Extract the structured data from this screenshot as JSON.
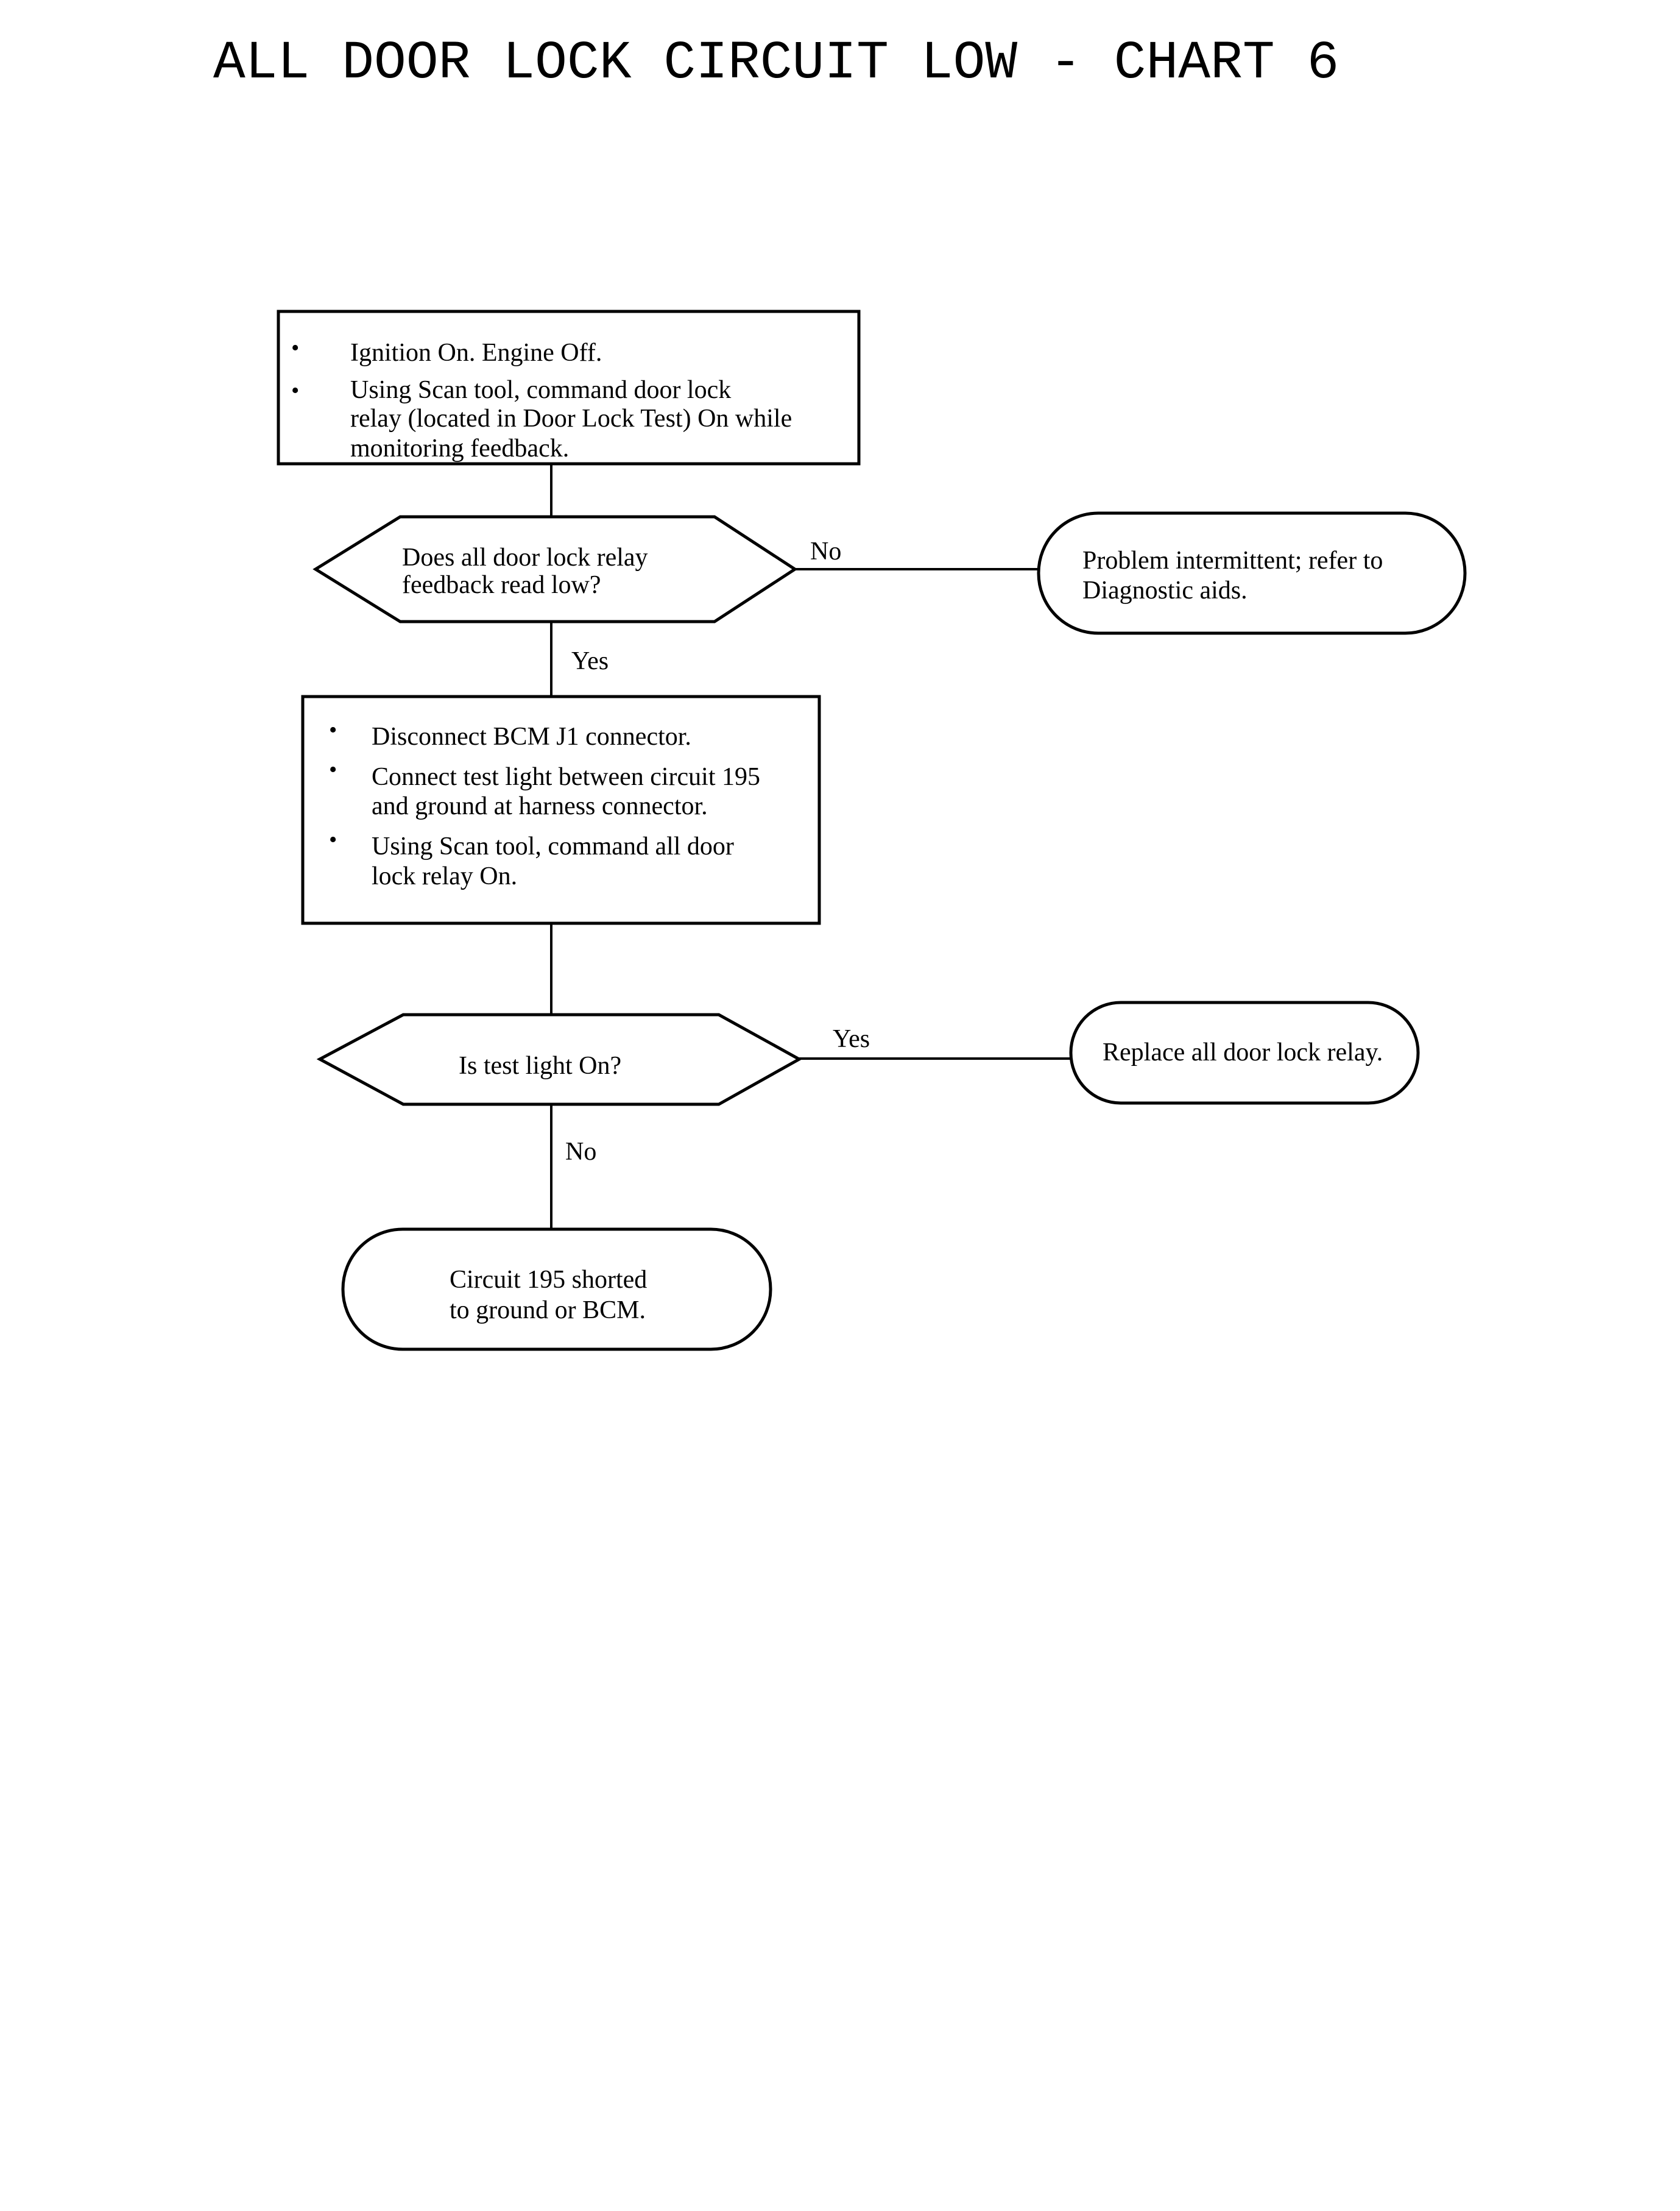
{
  "title": "ALL DOOR LOCK CIRCUIT LOW - CHART 6",
  "bullet_symbol": "•",
  "steps": {
    "step1": {
      "bullets": [
        {
          "lines": [
            "Ignition On. Engine Off."
          ]
        },
        {
          "lines": [
            "Using Scan tool, command door lock",
            "relay (located in Door Lock Test) On while",
            "monitoring feedback."
          ]
        }
      ]
    },
    "decision1": {
      "lines": [
        "Does all door lock relay",
        "feedback read low?"
      ]
    },
    "result1": {
      "lines": [
        "Problem intermittent; refer to",
        "Diagnostic aids."
      ]
    },
    "step2": {
      "bullets": [
        {
          "lines": [
            "Disconnect BCM J1 connector."
          ]
        },
        {
          "lines": [
            "Connect test light between circuit 195",
            "and ground at harness connector."
          ]
        },
        {
          "lines": [
            "Using Scan tool, command all door",
            "lock relay On."
          ]
        }
      ]
    },
    "decision2": {
      "lines": [
        "Is test light On?"
      ]
    },
    "result2": {
      "lines": [
        "Replace all door lock relay."
      ]
    },
    "result3": {
      "lines": [
        "Circuit 195 shorted",
        "to ground or BCM."
      ]
    }
  },
  "edges": {
    "d1_no": "No",
    "d1_yes": "Yes",
    "d2_yes": "Yes",
    "d2_no": "No"
  }
}
